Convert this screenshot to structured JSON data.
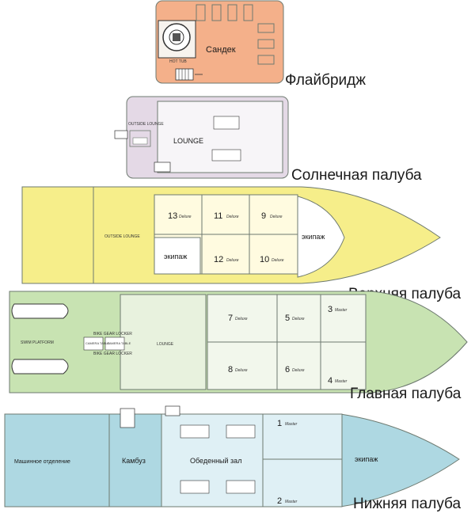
{
  "decks": [
    {
      "id": "flybridge",
      "label": "Флайбридж"
    },
    {
      "id": "sun",
      "label": "Солнечная палуба"
    },
    {
      "id": "upper",
      "label": "Верхняя палуба"
    },
    {
      "id": "main",
      "label": "Главная палуба"
    },
    {
      "id": "lower",
      "label": "Нижняя палуба"
    }
  ],
  "flybridge": {
    "sundeck": "Сандек",
    "hot_tub": "HOT TUB"
  },
  "sun": {
    "lounge": "LOUNGE",
    "outside_lounge": "OUTSIDE LOUNGE"
  },
  "upper": {
    "outside_lounge": "OUTSIDE LOUNGE",
    "crew_a": "экипаж",
    "crew_b": "экипаж",
    "cabins": [
      {
        "num": "13",
        "cls": "Deluxe"
      },
      {
        "num": "11",
        "cls": "Deluxe"
      },
      {
        "num": "9",
        "cls": "Deluxe"
      },
      {
        "num": "12",
        "cls": "Deluxe"
      },
      {
        "num": "10",
        "cls": "Deluxe"
      }
    ]
  },
  "main": {
    "swim": "SWIM PLATFORM",
    "lounge": "LOUNGE",
    "camera_table_a": "CAMERA TABLE",
    "camera_table_b": "CAMERA TABLE",
    "gear_top": "BIKE GEAR LOCKER",
    "gear_bottom": "BIKE GEAR LOCKER",
    "cabins": [
      {
        "num": "7",
        "cls": "Deluxe"
      },
      {
        "num": "5",
        "cls": "Deluxe"
      },
      {
        "num": "3",
        "cls": "Master"
      },
      {
        "num": "8",
        "cls": "Deluxe"
      },
      {
        "num": "6",
        "cls": "Deluxe"
      },
      {
        "num": "4",
        "cls": "Master"
      }
    ]
  },
  "lower": {
    "engine": "Машинное отделение",
    "galley": "Камбуз",
    "dining": "Обеденный зал",
    "crew": "экипаж",
    "cabins": [
      {
        "num": "1",
        "cls": "Master"
      },
      {
        "num": "2",
        "cls": "Master"
      }
    ]
  }
}
